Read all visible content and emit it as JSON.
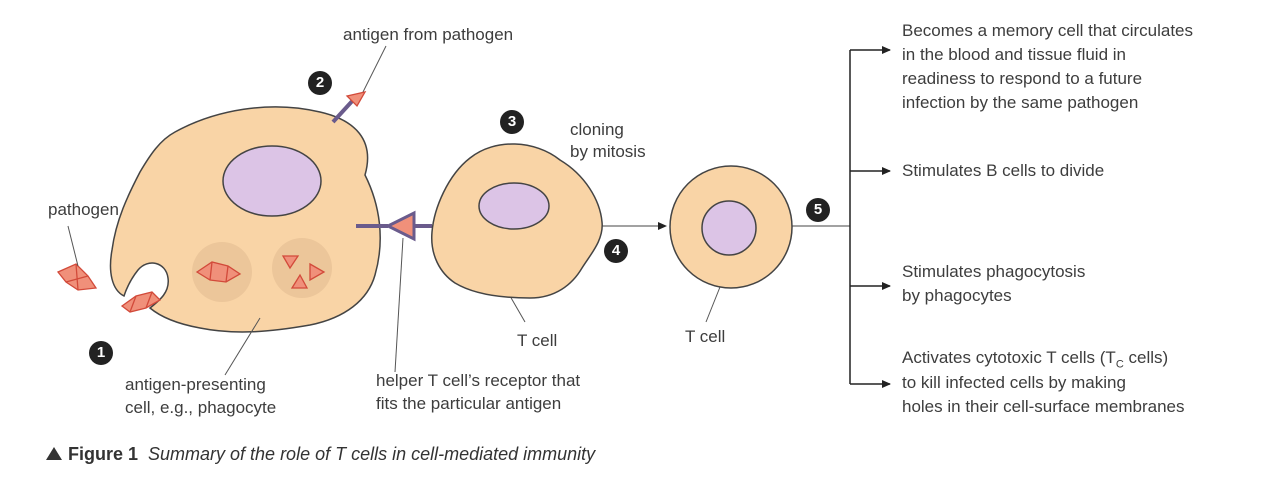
{
  "labels": {
    "antigen_from_pathogen": "antigen from pathogen",
    "pathogen": "pathogen",
    "cloning": "cloning",
    "by_mitosis": "by mitosis",
    "t_cell_1": "T cell",
    "t_cell_2": "T cell",
    "apc_line1": "antigen-presenting",
    "apc_line2": "cell, e.g., phagocyte",
    "helper_line1": "helper T cell’s receptor that",
    "helper_line2": "fits the particular antigen"
  },
  "steps": [
    "1",
    "2",
    "3",
    "4",
    "5"
  ],
  "outcomes": {
    "memory": [
      "Becomes a memory cell that circulates",
      "in the blood and tissue fluid in",
      "readiness to respond to a future",
      "infection by the same pathogen"
    ],
    "b_cells": "Stimulates B cells to divide",
    "phago": [
      "Stimulates phagocytosis",
      "by phagocytes"
    ],
    "cytotoxic": {
      "line1_pre": "Activates cytotoxic T cells (T",
      "line1_sub": "C",
      "line1_post": " cells)",
      "line2": "to kill infected cells by making",
      "line3": "holes in their cell-surface membranes"
    }
  },
  "caption": {
    "figure": "Figure 1",
    "text": "Summary of the role of T cells in cell-mediated immunity"
  },
  "colors": {
    "cell_fill": "#f9d4a6",
    "cell_stroke": "#444444",
    "nucleus_fill": "#dcc4e6",
    "vesicle_fill": "#ecc69a",
    "pathogen_fill": "#f0907a",
    "pathogen_stroke": "#d24a3a",
    "receptor": "#6a5b8c"
  }
}
